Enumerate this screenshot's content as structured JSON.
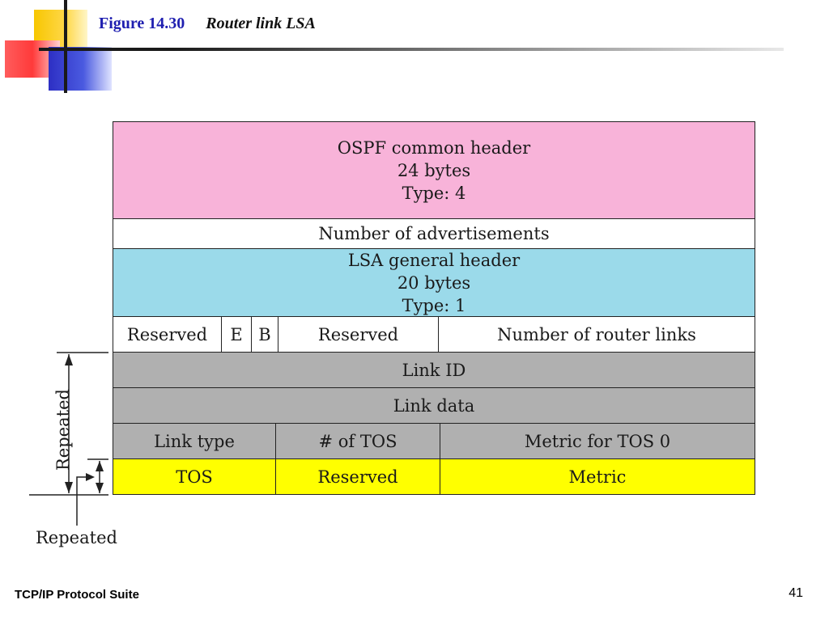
{
  "slide": {
    "figure_label": "Figure 14.30",
    "figure_caption": "Router link LSA",
    "footer_left": "TCP/IP Protocol Suite",
    "page_number": "41"
  },
  "packet": {
    "ospf_header": {
      "line1": "OSPF common header",
      "size": "24 bytes",
      "type": "Type: 4"
    },
    "num_ads": "Number of advertisements",
    "lsa_header": {
      "line1": "LSA general header",
      "size": "20 bytes",
      "type": "Type: 1"
    },
    "flags_row": {
      "reserved1": "Reserved",
      "e": "E",
      "b": "B",
      "reserved2": "Reserved",
      "num_links": "Number of router links"
    },
    "link_id": "Link ID",
    "link_data": "Link data",
    "link_row": {
      "link_type": "Link type",
      "num_tos": "# of TOS",
      "metric_tos0": "Metric for TOS  0"
    },
    "tos_row": {
      "tos": "TOS",
      "reserved": "Reserved",
      "metric": "Metric"
    }
  },
  "annotations": {
    "outer_repeated": "Repeated",
    "inner_repeated": "Repeated"
  },
  "colors": {
    "ospf_header": "#f8b3d9",
    "lsa_header": "#9bdaea",
    "link_rows": "#b0b0b0",
    "tos_row": "#ffff00",
    "title": "#1f1fb0"
  }
}
